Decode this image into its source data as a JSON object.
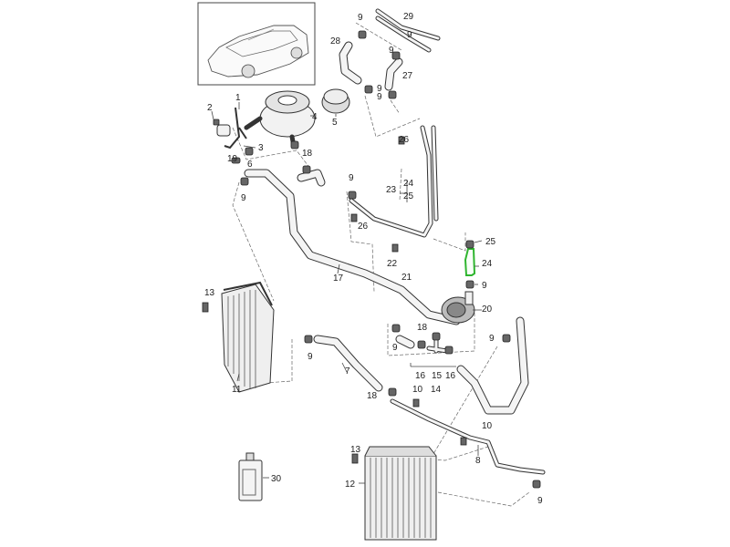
{
  "diagram": {
    "title": "Coolant system exploded parts diagram",
    "highlight_color": "#2fb52f",
    "highlighted_part": "24",
    "labels": [
      {
        "id": "l1",
        "text": "1"
      },
      {
        "id": "l2",
        "text": "2"
      },
      {
        "id": "l3",
        "text": "3"
      },
      {
        "id": "l4",
        "text": "4"
      },
      {
        "id": "l5",
        "text": "5"
      },
      {
        "id": "l6",
        "text": "6"
      },
      {
        "id": "l7",
        "text": "7"
      },
      {
        "id": "l8",
        "text": "8"
      },
      {
        "id": "l9a",
        "text": "9"
      },
      {
        "id": "l9b",
        "text": "9"
      },
      {
        "id": "l9c",
        "text": "9"
      },
      {
        "id": "l9d",
        "text": "9"
      },
      {
        "id": "l9e",
        "text": "9"
      },
      {
        "id": "l9f",
        "text": "9"
      },
      {
        "id": "l9g",
        "text": "9"
      },
      {
        "id": "l9h",
        "text": "9"
      },
      {
        "id": "l9i",
        "text": "9"
      },
      {
        "id": "l9j",
        "text": "9"
      },
      {
        "id": "l9k",
        "text": "9"
      },
      {
        "id": "l9l",
        "text": "9"
      },
      {
        "id": "l10a",
        "text": "10"
      },
      {
        "id": "l10b",
        "text": "10"
      },
      {
        "id": "l11",
        "text": "11"
      },
      {
        "id": "l12",
        "text": "12"
      },
      {
        "id": "l13a",
        "text": "13"
      },
      {
        "id": "l13b",
        "text": "13"
      },
      {
        "id": "l14",
        "text": "14"
      },
      {
        "id": "l15",
        "text": "15"
      },
      {
        "id": "l16a",
        "text": "16"
      },
      {
        "id": "l16b",
        "text": "16"
      },
      {
        "id": "l17",
        "text": "17"
      },
      {
        "id": "l18a",
        "text": "18"
      },
      {
        "id": "l18b",
        "text": "18"
      },
      {
        "id": "l18c",
        "text": "18"
      },
      {
        "id": "l19",
        "text": "19"
      },
      {
        "id": "l20",
        "text": "20"
      },
      {
        "id": "l21",
        "text": "21"
      },
      {
        "id": "l22",
        "text": "22"
      },
      {
        "id": "l23",
        "text": "23"
      },
      {
        "id": "l24a",
        "text": "24"
      },
      {
        "id": "l24b",
        "text": "24"
      },
      {
        "id": "l25a",
        "text": "25"
      },
      {
        "id": "l25b",
        "text": "25"
      },
      {
        "id": "l26a",
        "text": "26"
      },
      {
        "id": "l26b",
        "text": "26"
      },
      {
        "id": "l27",
        "text": "27"
      },
      {
        "id": "l28",
        "text": "28"
      },
      {
        "id": "l29",
        "text": "29"
      },
      {
        "id": "l30",
        "text": "30"
      }
    ]
  }
}
